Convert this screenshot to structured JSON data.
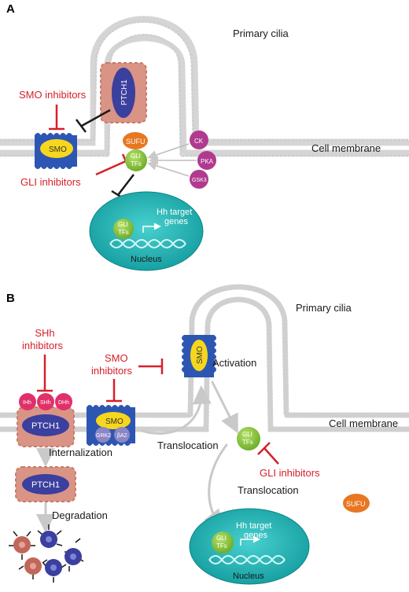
{
  "panel_a": {
    "letter": "A",
    "primary_cilia": "Primary cilia",
    "cell_membrane": "Cell membrane",
    "ptch1": "PTCH1",
    "smo": "SMO",
    "smo_inhibitors": "SMO inhibitors",
    "gli_inhibitors": "GLI inhibitors",
    "sufu": "SUFU",
    "gli_line1": "GLI",
    "gli_line2": "TFs",
    "ck": "CK",
    "pka": "PKA",
    "gsk3": "GSK3",
    "target_line1": "Hh target",
    "target_line2": "genes",
    "nucleus": "Nucleus"
  },
  "panel_b": {
    "letter": "B",
    "primary_cilia": "Primary cilia",
    "cell_membrane": "Cell membrane",
    "shh_inh_line1": "SHh",
    "shh_inh_line2": "inhibitors",
    "smo_inh_line1": "SMO",
    "smo_inh_line2": "inhibitors",
    "ihh": "IHh",
    "shh": "SHh",
    "dhh": "DHh",
    "ptch1": "PTCH1",
    "ptch1_degraded": "PTCH1",
    "smo": "SMO",
    "grk2": "GRK2",
    "beta_a2": "βA2",
    "smo_active": "SMO",
    "activation": "Activation",
    "internalization": "Internalization",
    "translocation_1": "Translocation",
    "translocation_2": "Translocation",
    "degradation": "Degradation",
    "gli_line1": "GLI",
    "gli_line2": "TFs",
    "gli_inhibitors": "GLI inhibitors",
    "sufu": "SUFU",
    "nuc_gli_line1": "GLI",
    "nuc_gli_line2": "TFs",
    "target_line1": "Hh target",
    "target_line2": "genes",
    "nucleus": "Nucleus"
  },
  "colors": {
    "inhibitor_red": "#d6202a",
    "ptch1_blue": "#3b3f9e",
    "receptor_pink": "#d99486",
    "smo_yellow": "#f7d71d",
    "smo_frame_blue": "#2d56b3",
    "gli_green": "#8cc63f",
    "sufu_orange": "#e87722",
    "kinase_purple": "#b03a8f",
    "ligand_pink": "#e0306a",
    "nucleus_teal": "#1fb3b3",
    "membrane_grey": "#d0d0d0",
    "arrow_grey": "#c9c9c9"
  }
}
